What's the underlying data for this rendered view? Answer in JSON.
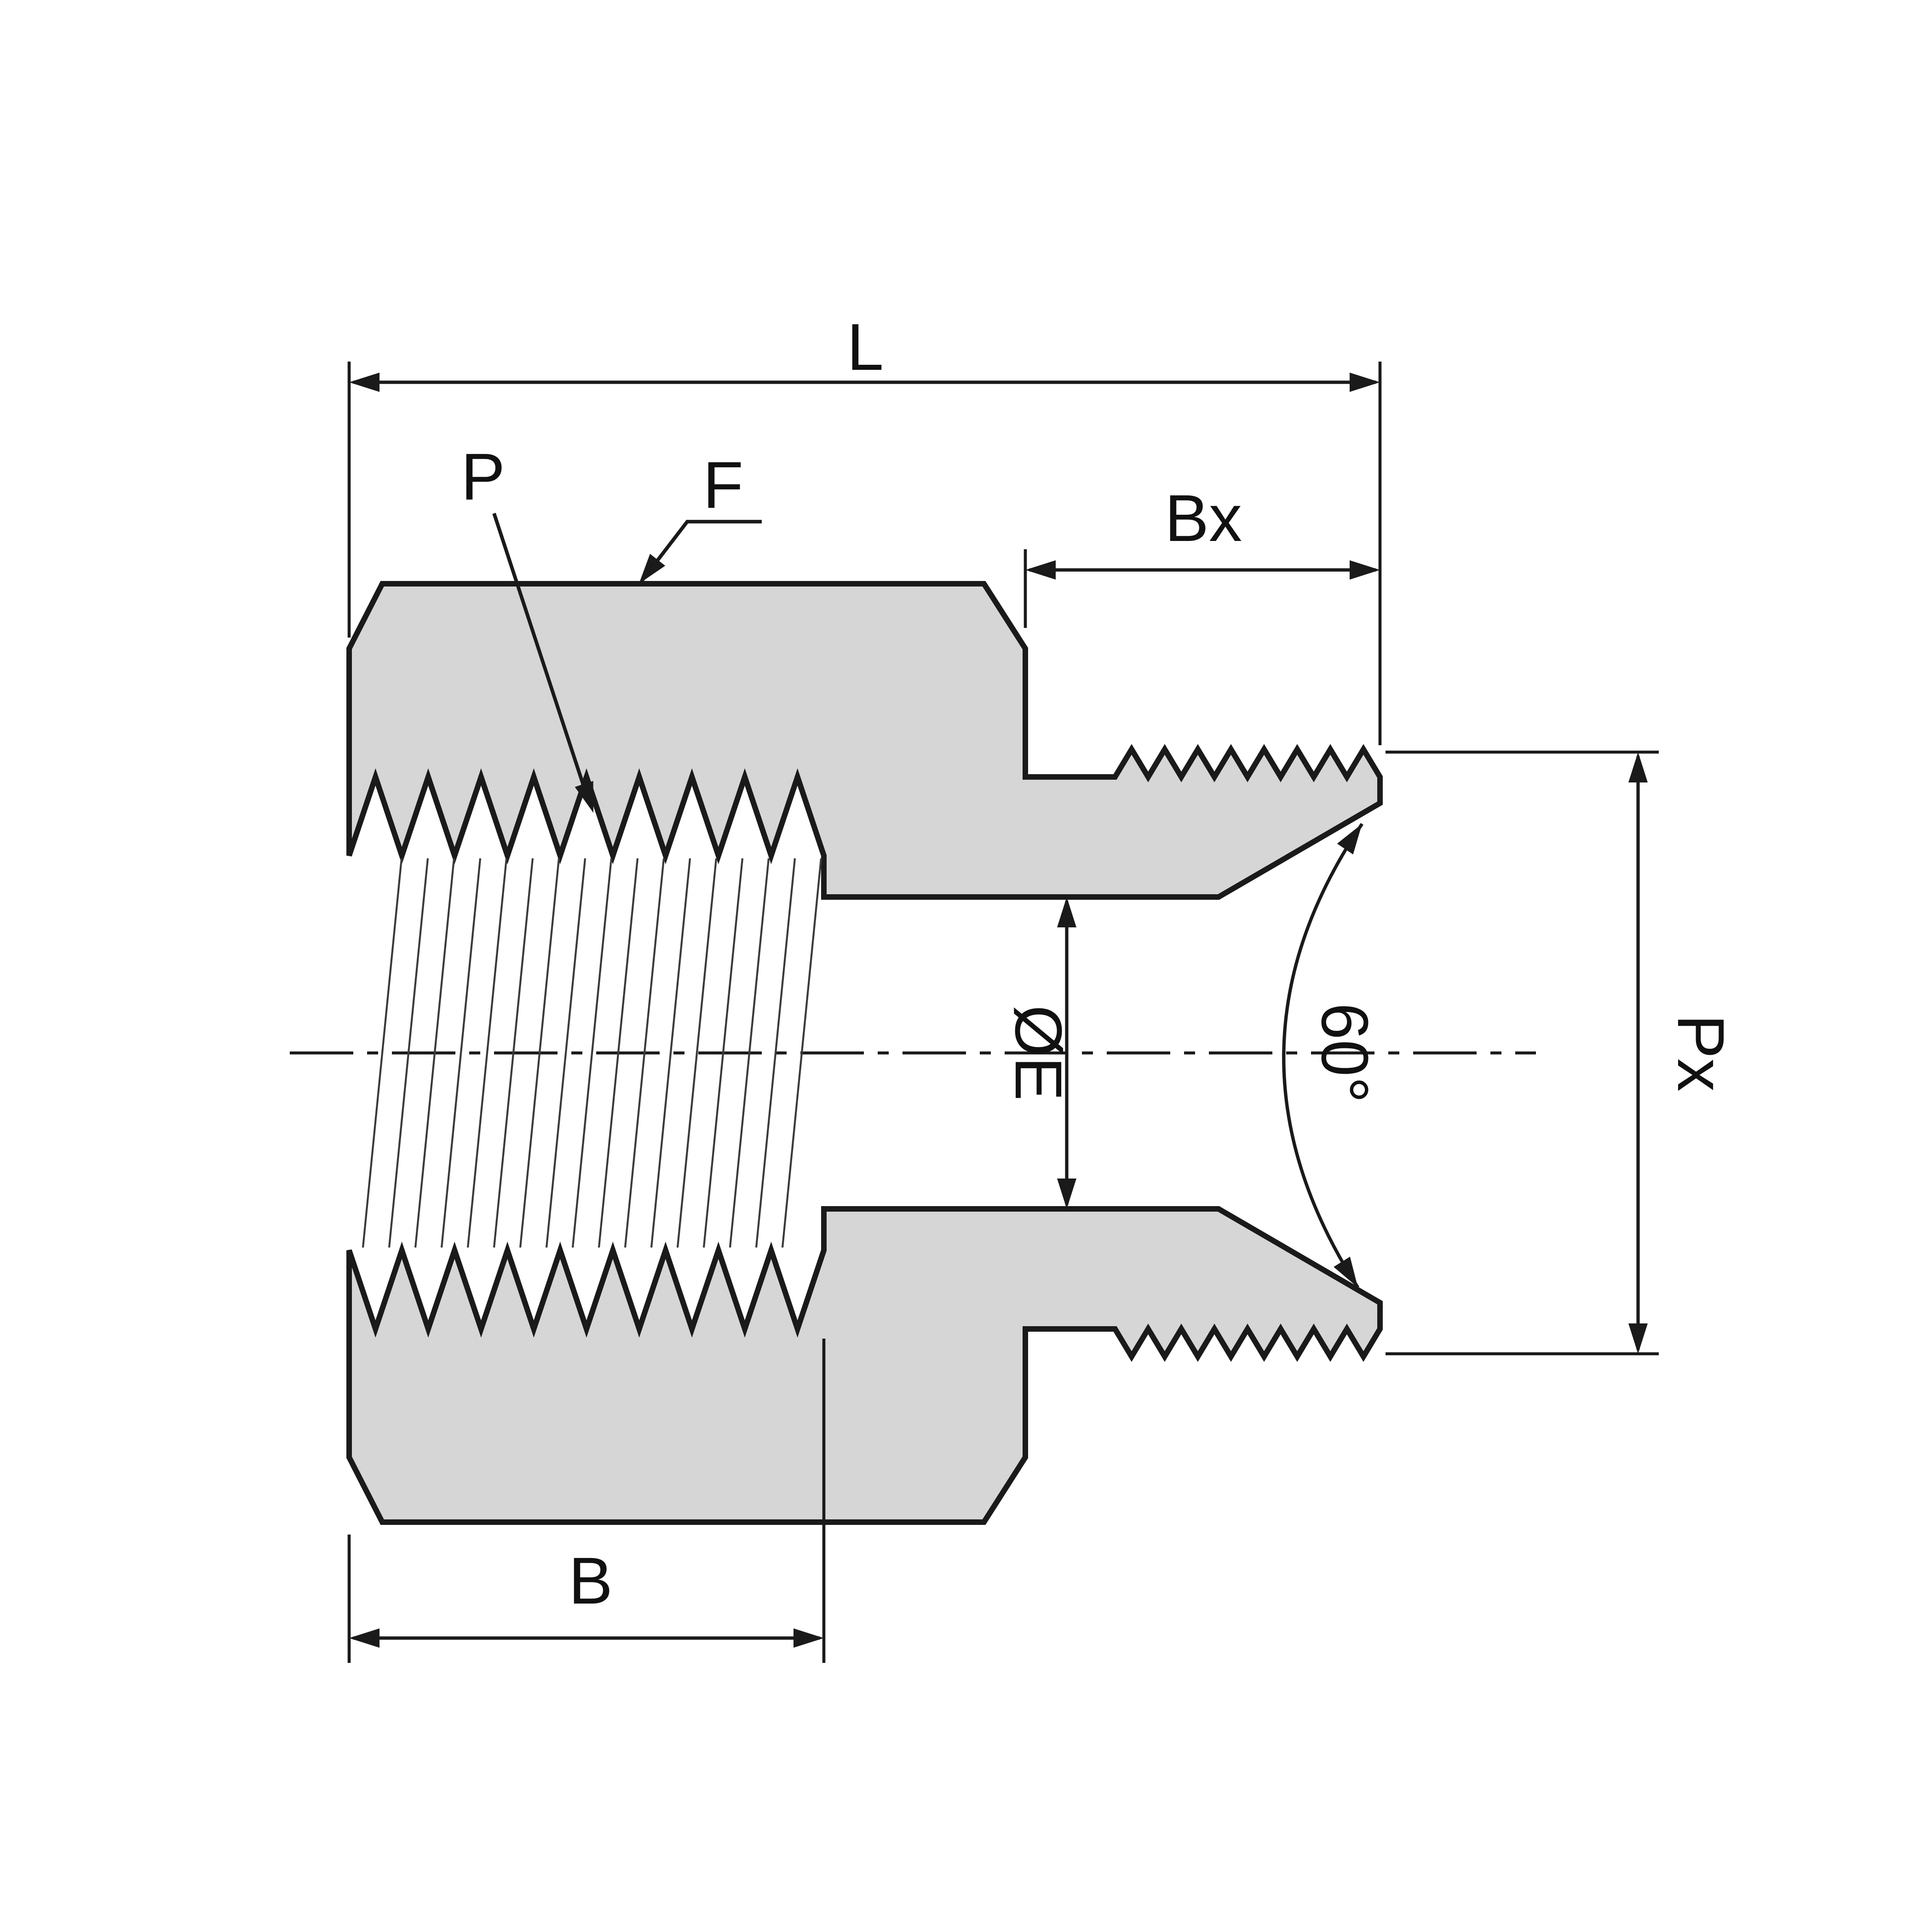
{
  "drawing": {
    "type": "mechanical-section-fitting",
    "labels": {
      "overall_length": "L",
      "thread_callout": "P",
      "face_callout": "F",
      "male_end_length": "Bx",
      "bore_diameter": "ØE",
      "cone_angle": "60°",
      "male_end_diameter": "Px",
      "female_thread_length": "B"
    },
    "colors": {
      "body_fill": "#d6d6d6",
      "line": "#1a1a1a",
      "background": "#ffffff"
    }
  }
}
